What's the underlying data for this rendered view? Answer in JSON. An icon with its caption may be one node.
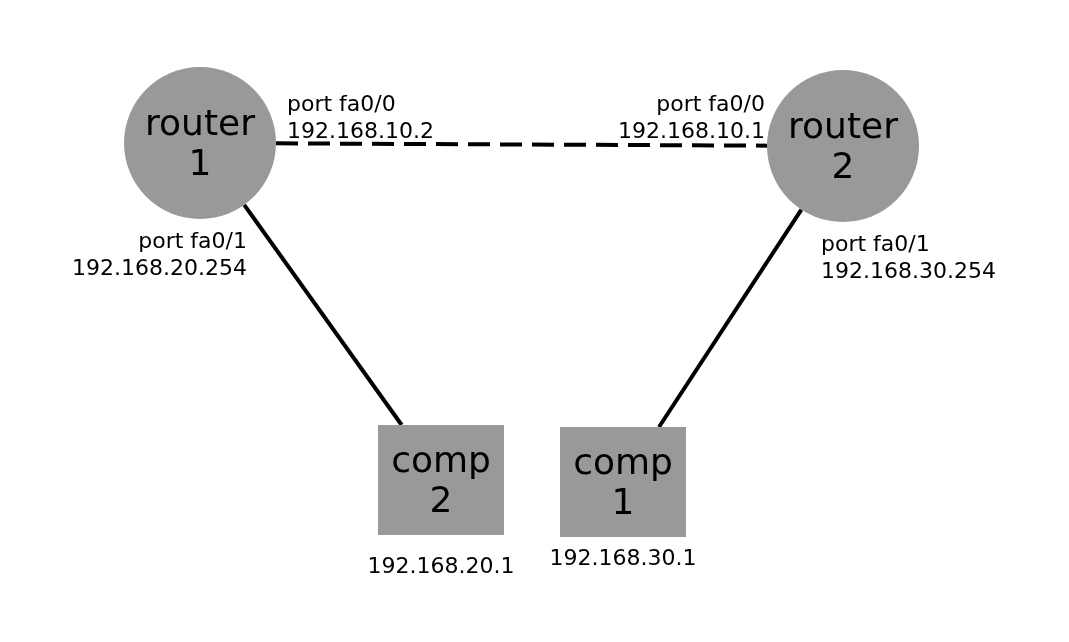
{
  "diagram": {
    "nodes": [
      {
        "text": [
          "router 1"
        ]
      },
      {
        "text": [
          "router 2"
        ]
      },
      {
        "text": [
          "comp 2"
        ],
        "beside": [
          "192.168.20.1"
        ]
      },
      {
        "text": [
          "comp 1"
        ],
        "beside": [
          "192.168.30.1"
        ]
      }
    ],
    "edges": [
      {
        "from": 0,
        "to": 1,
        "arrow": "none",
        "style": "dashed"
      },
      {
        "from": 0,
        "to": 2,
        "arrow": "none"
      },
      {
        "from": 1,
        "to": 3,
        "arrow": "none"
      }
    ],
    "labels": [
      "port fa0/0 192.168.10.2",
      "port fa0/0 192.168.10.1",
      "port fa0/1 192.168.20.254",
      "port fa0/1 192.168.30.254"
    ]
  }
}
